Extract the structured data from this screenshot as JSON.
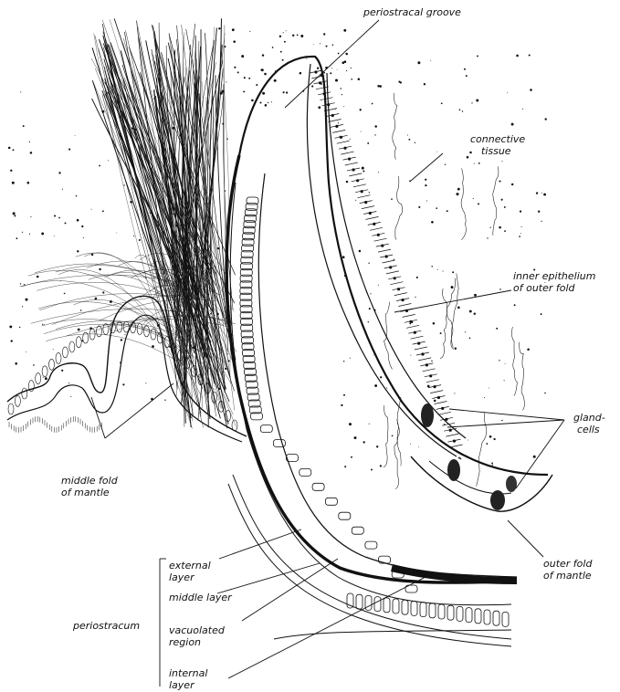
{
  "labels": {
    "periostracal_groove": "periostracal groove",
    "connective_tissue": [
      "connective",
      "tissue"
    ],
    "inner_epithelium": [
      "inner epithelium",
      "of outer fold"
    ],
    "gland_cells": [
      "gland-",
      "cells"
    ],
    "middle_fold": [
      "middle fold",
      "of mantle"
    ],
    "outer_fold": [
      "outer fold",
      "of mantle"
    ],
    "external_layer": [
      "external",
      "layer"
    ],
    "middle_layer": "middle layer",
    "vacuolated_region": [
      "vacuolated",
      "region"
    ],
    "internal_layer": [
      "internal",
      "layer"
    ],
    "periostracum": "periostracum"
  }
}
